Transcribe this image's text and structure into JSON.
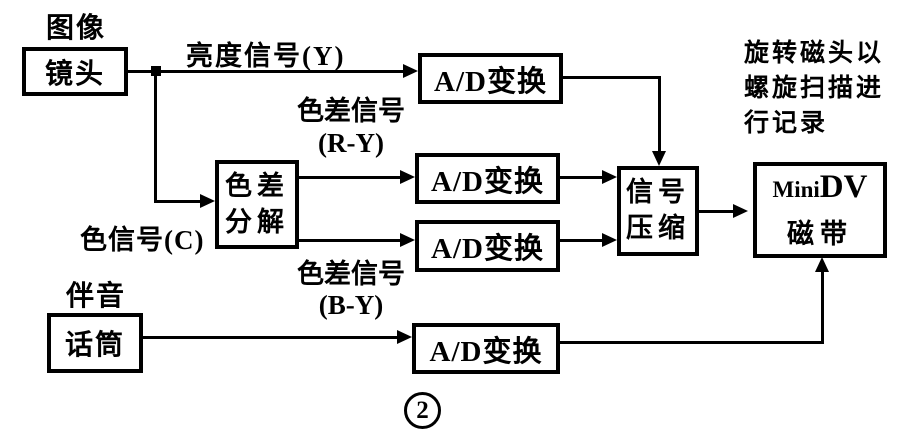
{
  "diagram": {
    "image_source_label": "图像",
    "audio_source_label": "伴音",
    "nodes": {
      "lens": "镜头",
      "color_separation": {
        "line1": "色差",
        "line2": "分解"
      },
      "adc_y": "A/D变换",
      "adc_ry": "A/D变换",
      "adc_by": "A/D变换",
      "adc_audio": "A/D变换",
      "compression": {
        "line1": "信号",
        "line2": "压缩"
      },
      "tape": {
        "brand_prefix": "Mini",
        "brand_suffix": "DV",
        "media": "磁带"
      }
    },
    "signals": {
      "luminance": "亮度信号(Y)",
      "chroma_ry": {
        "line1": "色差信号",
        "line2": "(R-Y)"
      },
      "chroma_c": "色信号(C)",
      "chroma_by": {
        "line1": "色差信号",
        "line2": "(B-Y)"
      }
    },
    "annotation": {
      "line1": "旋转磁头以",
      "line2": "螺旋扫描进",
      "line3": "行记录"
    },
    "figure_number": "2",
    "colors": {
      "ink": "#000000",
      "background": "#ffffff"
    }
  }
}
